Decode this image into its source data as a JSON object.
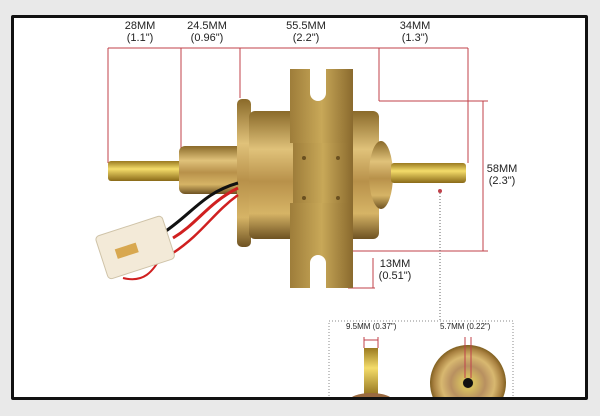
{
  "product": {
    "subject": "Electric fuel pump dimension diagram",
    "colors": {
      "dimension_line": "#c0404a",
      "metal": "#c9a24a",
      "background": "#ffffff",
      "frame": "#111111"
    }
  },
  "dimensions": {
    "top": [
      {
        "mm": "28MM",
        "inch": "(1.1\")"
      },
      {
        "mm": "24.5MM",
        "inch": "(0.96\")"
      },
      {
        "mm": "55.5MM",
        "inch": "(2.2\")"
      },
      {
        "mm": "34MM",
        "inch": "(1.3\")"
      }
    ],
    "height": {
      "mm": "58MM",
      "inch": "(2.3\")"
    },
    "slot": {
      "mm": "13MM",
      "inch": "(0.51\")"
    }
  },
  "inset": {
    "pipe_diameter": "9.5MM (0.37\")",
    "inner_hole": "5.7MM (0.22\")"
  }
}
